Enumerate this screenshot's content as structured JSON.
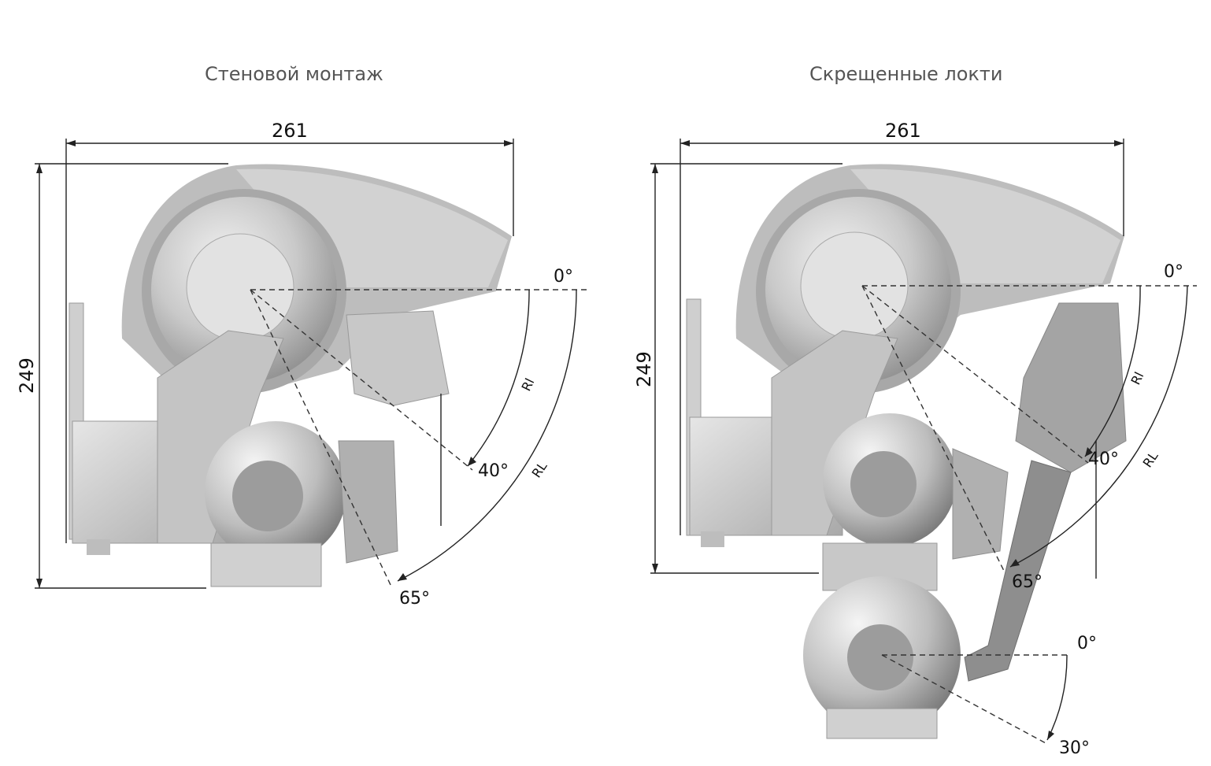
{
  "panels": [
    {
      "title": "Стеновой монтаж",
      "width_label": "261",
      "height_label": "249",
      "angles": [
        "0°",
        "40°",
        "65°"
      ],
      "range_labels": [
        "Rl",
        "RL"
      ]
    },
    {
      "title": "Скрещенные локти",
      "width_label": "261",
      "height_label": "249",
      "angles": [
        "0°",
        "40°",
        "65°",
        "0°",
        "30°"
      ],
      "range_labels": [
        "Rl",
        "RL"
      ]
    }
  ],
  "colors": {
    "body_light": "#d9d9d9",
    "body_mid": "#b5b5b5",
    "body_dark": "#8c8c8c",
    "lines": "#222222"
  }
}
